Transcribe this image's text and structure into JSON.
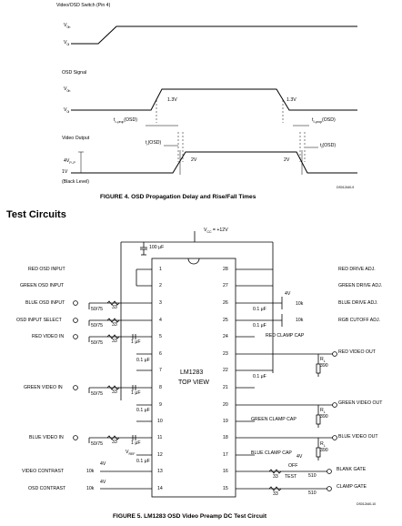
{
  "timing": {
    "trace1_title": "Video/OSD Switch (Pin 4)",
    "trace1_voh": "V",
    "trace1_voh_sub": "0h",
    "trace1_vol": "V",
    "trace1_vol_sub": "0l",
    "trace2_title": "OSD Signal",
    "trace2_voh": "V",
    "trace2_voh_sub": "0h",
    "trace2_vol": "V",
    "trace2_vol_sub": "0l",
    "level_13v_a": "1.3V",
    "level_13v_b": "1.3V",
    "tprop_a": "t",
    "tprop_a_sub": "r–prop",
    "tprop_a_suffix": "(OSD)",
    "tprop_b": "t",
    "tprop_b_sub": "f–prop",
    "tprop_b_suffix": "(OSD)",
    "trace3_title": "Video Output",
    "tr_label": "t",
    "tr_sub": "r",
    "tr_suffix": "(OSD)",
    "tf_label": "t",
    "tf_sub": "f",
    "tf_suffix": "(OSD)",
    "vpp": "4V",
    "vpp_sub": "P–P",
    "level_2v_a": "2V",
    "level_2v_b": "2V",
    "level_1v": "1V",
    "black_level": "(Black Level)",
    "code_1": "DS012440-9"
  },
  "figure4_caption": "FIGURE 4. OSD Propagation Delay and Rise/Fall Times",
  "section_heading": "Test Circuits",
  "circuit": {
    "vcc": "V",
    "vcc_sub": "CC",
    "vcc_value": "= +12V",
    "cap_100": "100 μF",
    "chip_name": "LM1283",
    "chip_view": "TOP VIEW",
    "left_labels": [
      "RED OSD INPUT",
      "GREEN OSD INPUT",
      "BLUE OSD INPUT",
      "OSD INPUT SELECT",
      "RED VIDEO IN",
      "GREEN VIDEO IN",
      "BLUE VIDEO IN",
      "VIDEO CONTRAST",
      "OSD CONTRAST"
    ],
    "right_labels": [
      "RED DRIVE ADJ.",
      "GREEN DRIVE ADJ.",
      "BLUE DRIVE ADJ.",
      "RGB CUTOFF ADJ.",
      "RED CLAMP CAP",
      "RED VIDEO OUT",
      "GREEN VIDEO OUT",
      "GREEN CLAMP CAP",
      "BLUE VIDEO OUT",
      "BLUE CLAMP CAP",
      "BLANK GATE",
      "CLAMP GATE"
    ],
    "pins_left": [
      "1",
      "2",
      "3",
      "4",
      "5",
      "6",
      "7",
      "8",
      "9",
      "10",
      "11",
      "12",
      "13",
      "14"
    ],
    "pins_right": [
      "28",
      "27",
      "26",
      "25",
      "24",
      "23",
      "22",
      "21",
      "20",
      "19",
      "18",
      "17",
      "16",
      "15"
    ],
    "r_5075": "50/75",
    "r_33": "33",
    "cap_01": "0.1 μF",
    "cap_1": "1 μF",
    "pot_4v": "4V",
    "pot_10k": "10k",
    "rl": "R",
    "rl_sub": "L",
    "rl_value": "390",
    "vref": "V",
    "vref_sub": "REF",
    "off": "OFF",
    "test": "TEST",
    "r_510": "510",
    "code_2": "DS012440-10"
  },
  "figure5_caption": "FIGURE 5. LM1283 OSD Video Preamp DC Test Circuit"
}
